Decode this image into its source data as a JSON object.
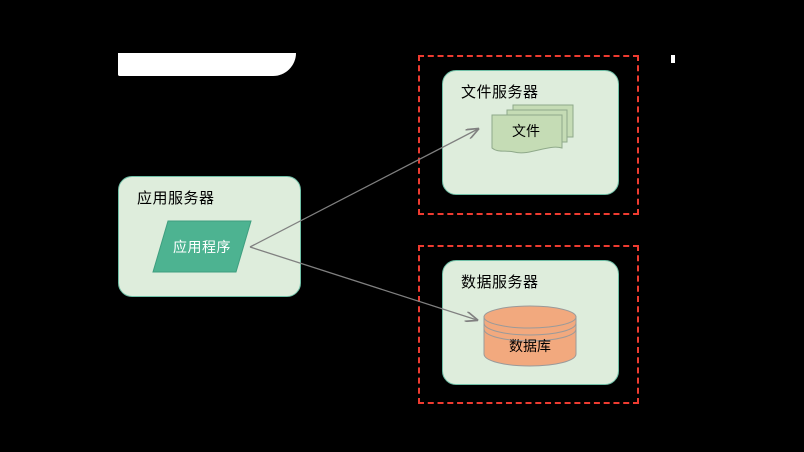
{
  "diagram": {
    "title": "",
    "background_color": "#000000",
    "nodes": {
      "app_server": {
        "label": "应用服务器",
        "fill": "#DEEDDC",
        "stroke": "#6FBFA6"
      },
      "application": {
        "label": "应用程序",
        "fill": "#4DB391",
        "text_color": "#FFFFFF",
        "shape": "parallelogram"
      },
      "file_server": {
        "label": "文件服务器",
        "fill": "#DEEDDC",
        "stroke": "#6FBFA6"
      },
      "files": {
        "label": "文件",
        "fill": "#C5DCB5",
        "stroke": "#8FA98A",
        "shape": "document-stack",
        "count": 3
      },
      "data_server": {
        "label": "数据服务器",
        "fill": "#DEEDDC",
        "stroke": "#6FBFA6"
      },
      "database": {
        "label": "数据库",
        "fill": "#F2A97E",
        "stroke": "#9A9A9A",
        "shape": "cylinder"
      }
    },
    "zones": [
      {
        "name": "file-server-zone",
        "stroke": "#EE3B30",
        "style": "dashed"
      },
      {
        "name": "data-server-zone",
        "stroke": "#EE3B30",
        "style": "dashed"
      }
    ],
    "connectors": [
      {
        "name": "app-to-files",
        "from": "应用程序",
        "to": "文件",
        "label": "",
        "stroke": "#808080",
        "arrow": "open"
      },
      {
        "name": "app-to-database",
        "from": "应用程序",
        "to": "数据库",
        "label": "",
        "stroke": "#808080",
        "arrow": "open"
      }
    ]
  }
}
